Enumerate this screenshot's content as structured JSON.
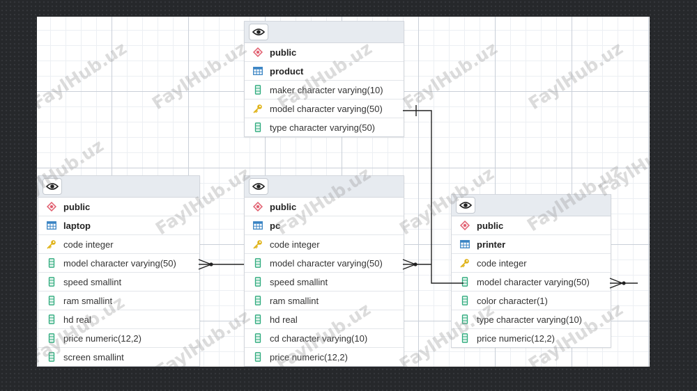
{
  "watermark": "FaylHub.uz",
  "tables": {
    "product": {
      "schema": "public",
      "name": "product",
      "columns": [
        {
          "text": "maker character varying(10)",
          "key": false
        },
        {
          "text": "model character varying(50)",
          "key": true
        },
        {
          "text": "type character varying(50)",
          "key": false
        }
      ]
    },
    "laptop": {
      "schema": "public",
      "name": "laptop",
      "columns": [
        {
          "text": "code integer",
          "key": true
        },
        {
          "text": "model character varying(50)",
          "key": false
        },
        {
          "text": "speed smallint",
          "key": false
        },
        {
          "text": "ram smallint",
          "key": false
        },
        {
          "text": "hd real",
          "key": false
        },
        {
          "text": "price numeric(12,2)",
          "key": false
        },
        {
          "text": "screen smallint",
          "key": false
        }
      ]
    },
    "pc": {
      "schema": "public",
      "name": "pc",
      "columns": [
        {
          "text": "code integer",
          "key": true
        },
        {
          "text": "model character varying(50)",
          "key": false
        },
        {
          "text": "speed smallint",
          "key": false
        },
        {
          "text": "ram smallint",
          "key": false
        },
        {
          "text": "hd real",
          "key": false
        },
        {
          "text": "cd character varying(10)",
          "key": false
        },
        {
          "text": "price numeric(12,2)",
          "key": false
        }
      ]
    },
    "printer": {
      "schema": "public",
      "name": "printer",
      "columns": [
        {
          "text": "code integer",
          "key": true
        },
        {
          "text": "model character varying(50)",
          "key": false
        },
        {
          "text": "color character(1)",
          "key": false
        },
        {
          "text": "type character varying(10)",
          "key": false
        },
        {
          "text": "price numeric(12,2)",
          "key": false
        }
      ]
    }
  },
  "relationships": [
    {
      "from": "product.model",
      "to": "laptop.model",
      "cardinality": "one-to-many"
    },
    {
      "from": "product.model",
      "to": "pc.model",
      "cardinality": "one-to-many"
    },
    {
      "from": "product.model",
      "to": "printer.model",
      "cardinality": "one-to-many"
    }
  ],
  "colors": {
    "schema_icon": "#e05a6b",
    "table_icon": "#3a84c4",
    "key_icon": "#e0b41c",
    "column_icon": "#2eab7d",
    "link": "#222222"
  }
}
